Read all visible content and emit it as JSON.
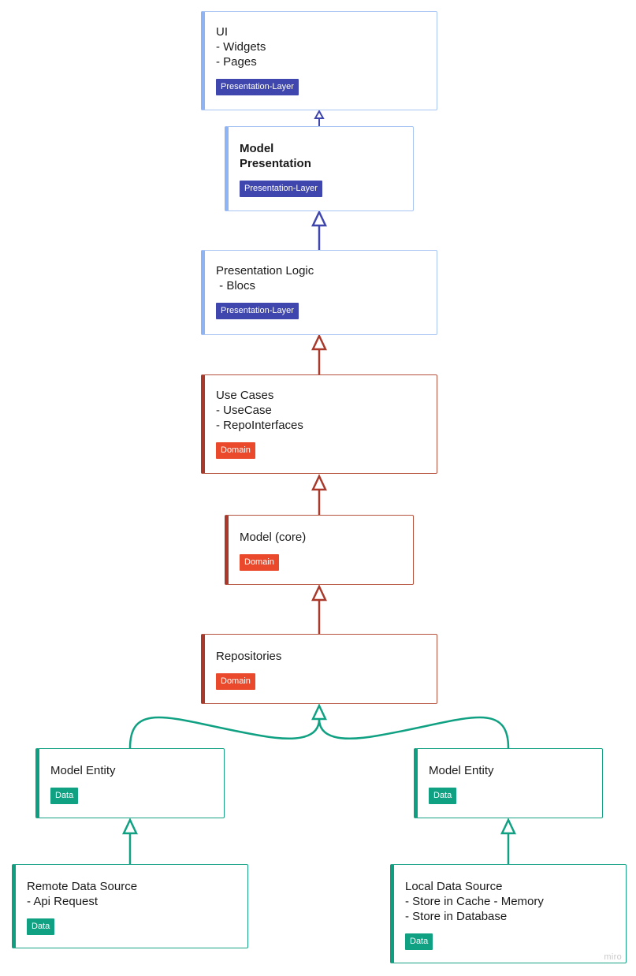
{
  "colors": {
    "presentation_accent": "#8fb4f5",
    "presentation_tag": "#3f46ae",
    "presentation_arrow": "#3f46ae",
    "domain_border": "#a9392b",
    "domain_tag": "#ea4a2b",
    "data_border": "#0f9e7f",
    "data_tag": "#10a082"
  },
  "nodes": {
    "ui": {
      "lines": [
        "UI",
        "- Widgets",
        "- Pages"
      ],
      "tag": "Presentation-Layer"
    },
    "model_presentation": {
      "lines": [
        "Model",
        "Presentation"
      ],
      "tag": "Presentation-Layer"
    },
    "presentation_logic": {
      "lines": [
        "Presentation Logic",
        " - Blocs"
      ],
      "tag": "Presentation-Layer"
    },
    "use_cases": {
      "lines": [
        "Use Cases",
        "- UseCase",
        "- RepoInterfaces"
      ],
      "tag": "Domain"
    },
    "model_core": {
      "lines": [
        "Model (core)"
      ],
      "tag": "Domain"
    },
    "repositories": {
      "lines": [
        "Repositories"
      ],
      "tag": "Domain"
    },
    "model_entity_left": {
      "lines": [
        "Model Entity"
      ],
      "tag": "Data"
    },
    "model_entity_right": {
      "lines": [
        "Model Entity"
      ],
      "tag": "Data"
    },
    "remote_data_source": {
      "lines": [
        "Remote Data Source",
        "- Api Request"
      ],
      "tag": "Data"
    },
    "local_data_source": {
      "lines": [
        "Local Data Source",
        "- Store in Cache - Memory",
        "- Store in Database"
      ],
      "tag": "Data"
    }
  },
  "watermark": "miro"
}
